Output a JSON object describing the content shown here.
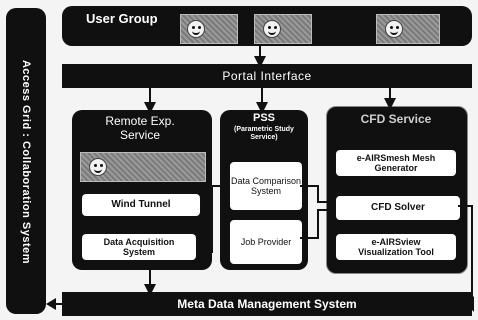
{
  "left_bar": {
    "label": "Access Grid : Collaboration System"
  },
  "user_group": {
    "label": "User Group"
  },
  "portal": {
    "label": "Portal Interface"
  },
  "remote": {
    "title": "Remote Exp. Service",
    "wind_tunnel": "Wind Tunnel",
    "data_acq": "Data Acquisition System"
  },
  "pss": {
    "title": "PSS",
    "subtitle": "(Parametric Study Service)",
    "data_compare": "Data Comparison System",
    "job_provider": "Job Provider"
  },
  "cfd": {
    "title": "CFD Service",
    "mesh": "e-AIRSmesh Mesh Generator",
    "solver": "CFD Solver",
    "view": "e-AIRSview Visualization Tool"
  },
  "meta": {
    "label": "Meta Data Management System"
  }
}
